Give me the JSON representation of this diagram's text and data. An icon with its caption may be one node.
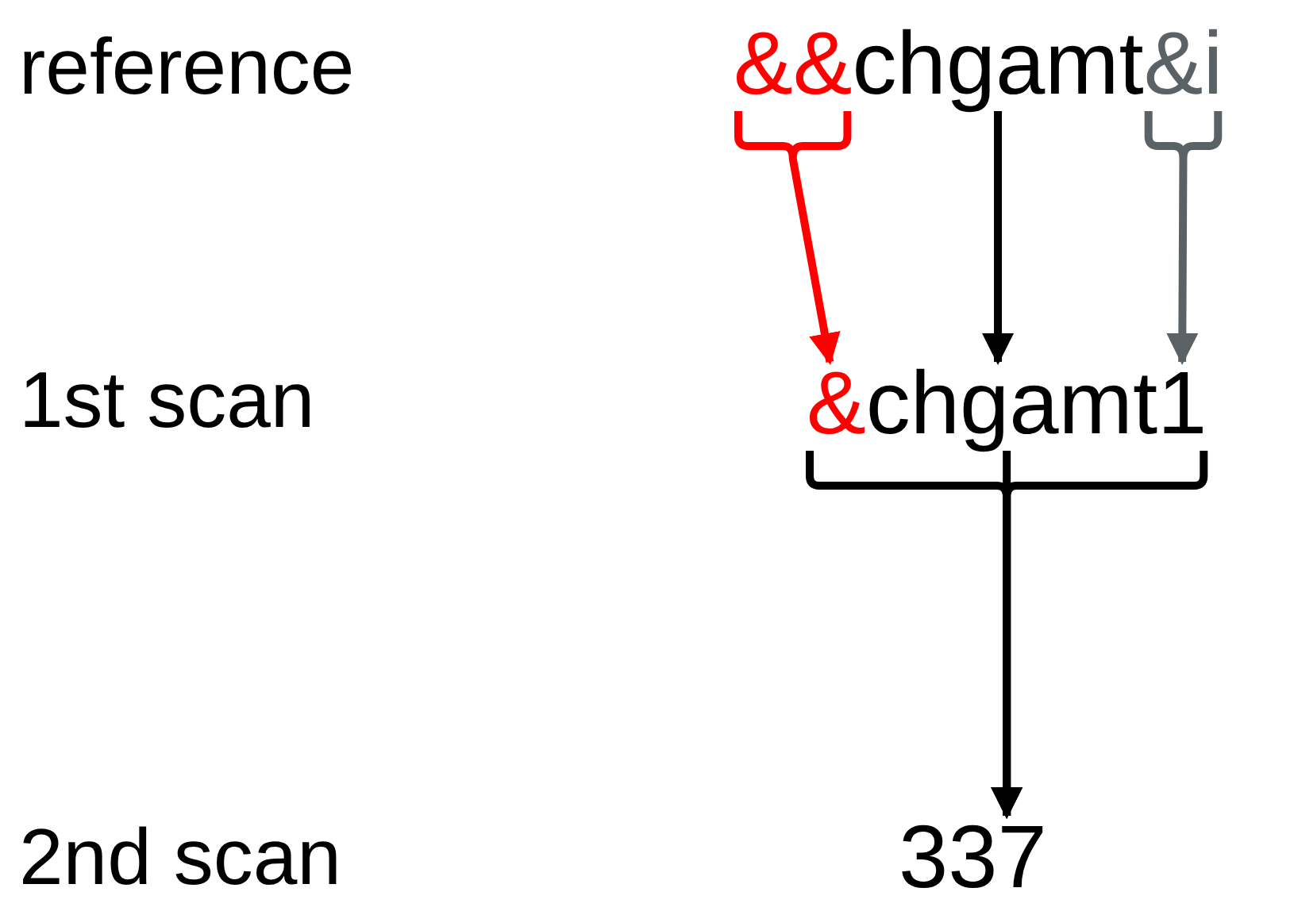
{
  "diagram": {
    "nodes": [
      {
        "text": [
          "&&"
        ]
      },
      {
        "text": [
          "chgamt"
        ]
      },
      {
        "text": [
          "&i"
        ]
      },
      {
        "text": [
          "&"
        ]
      },
      {
        "text": [
          "chgamt"
        ]
      },
      {
        "text": [
          "1"
        ]
      },
      {
        "text": [
          "337"
        ]
      }
    ],
    "edges": [
      {
        "from": 0,
        "to": 3,
        "arrow": "to",
        "color": "#ff0000"
      },
      {
        "from": 1,
        "to": 4,
        "arrow": "to"
      },
      {
        "from": 2,
        "to": 5,
        "arrow": "to",
        "color": "#5a6266"
      },
      {
        "from": 3,
        "to": 6,
        "arrow": "to"
      },
      {
        "from": 4,
        "to": 6,
        "arrow": "to"
      },
      {
        "from": 5,
        "to": 6,
        "arrow": "to"
      }
    ],
    "labels": [
      "reference",
      "1st scan",
      "2nd scan"
    ]
  }
}
